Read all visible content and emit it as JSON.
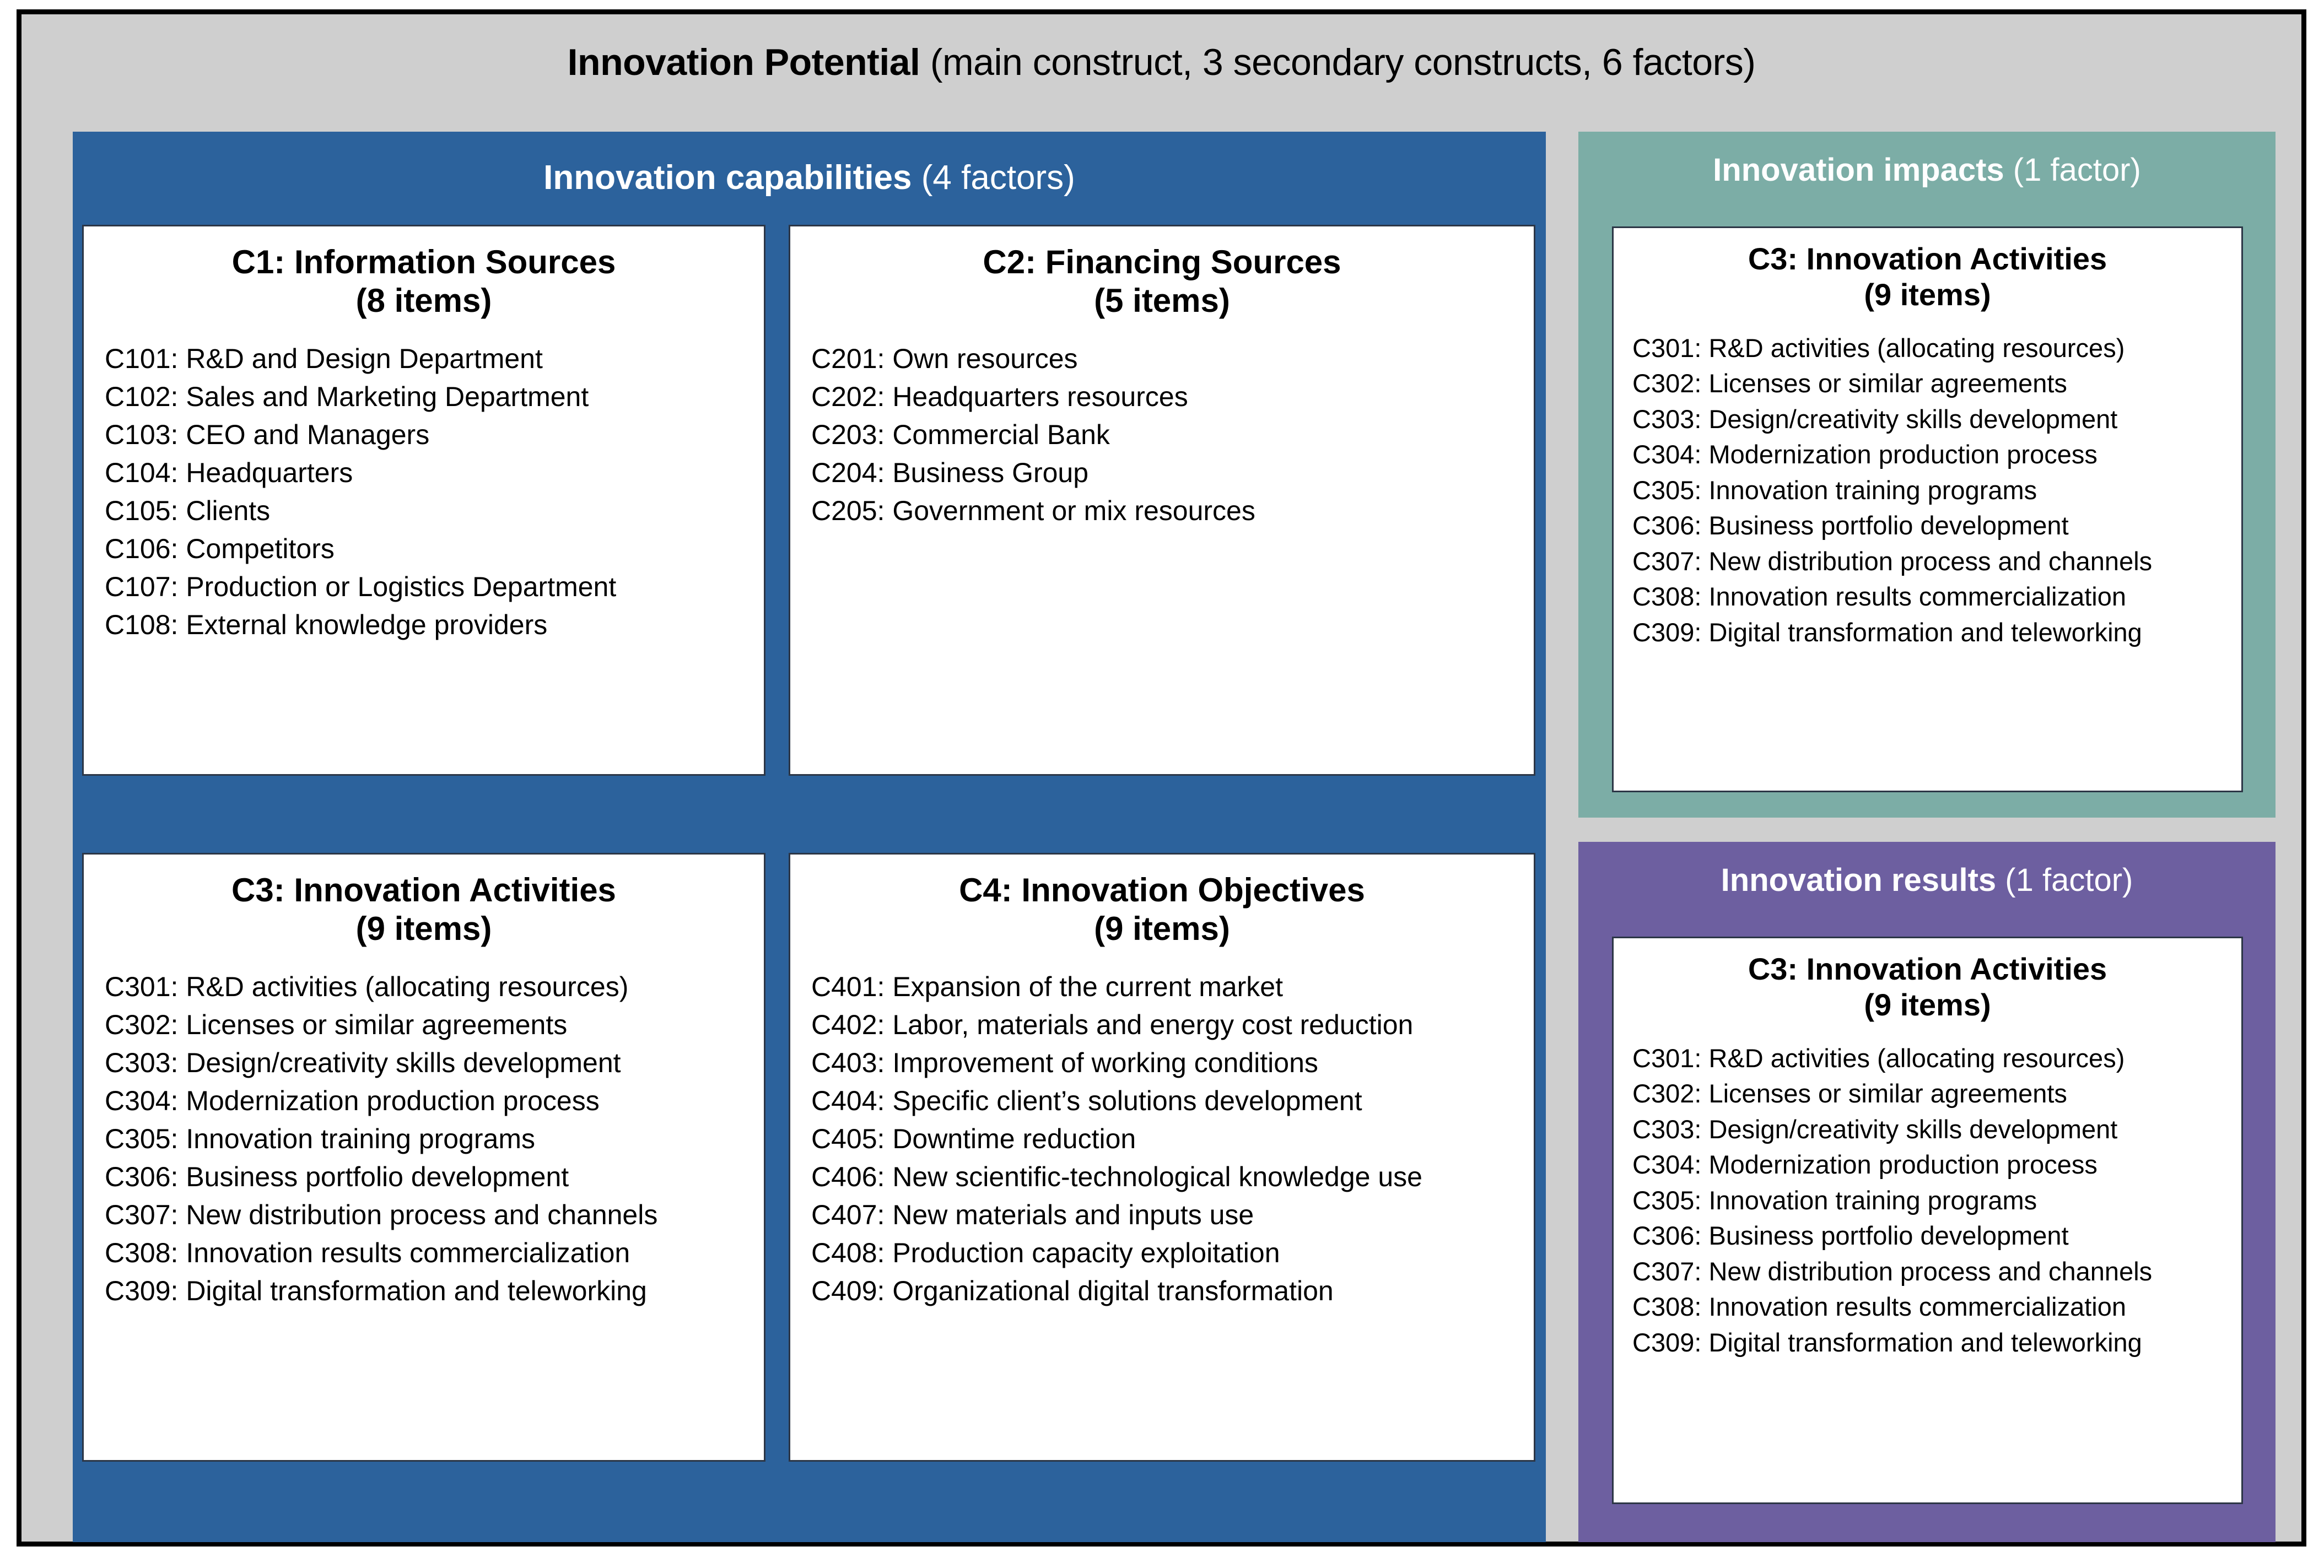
{
  "figure": {
    "title_strong": "Innovation Potential",
    "title_rest": " (main construct, 3 secondary constructs, 6 factors)"
  },
  "colors": {
    "frame_background": "#cfcfcf",
    "frame_border": "#000000",
    "capabilities": "#2c629c",
    "impacts": "#7cada6",
    "results": "#6d5fa0",
    "card_background": "#ffffff",
    "card_border": "#2c3646",
    "text": "#000000",
    "heading_text": "#ffffff"
  },
  "panels": {
    "capabilities": {
      "heading_strong": "Innovation capabilities",
      "heading_rest": " (4 factors)",
      "cards": {
        "c1": {
          "title_line1": "C1: Information Sources",
          "title_line2": "(8 items)",
          "items": [
            "C101: R&D and Design Department",
            "C102: Sales and Marketing Department",
            "C103: CEO and Managers",
            "C104: Headquarters",
            "C105: Clients",
            "C106: Competitors",
            "C107: Production or Logistics Department",
            "C108: External knowledge providers"
          ]
        },
        "c2": {
          "title_line1": "C2: Financing Sources",
          "title_line2": "(5 items)",
          "items": [
            "C201: Own resources",
            "C202: Headquarters resources",
            "C203: Commercial Bank",
            "C204: Business Group",
            "C205: Government or mix resources"
          ]
        },
        "c3a": {
          "title_line1": "C3: Innovation Activities",
          "title_line2": "(9 items)",
          "items": [
            "C301: R&D activities (allocating resources)",
            "C302: Licenses or similar agreements",
            "C303: Design/creativity skills development",
            "C304: Modernization production process",
            "C305: Innovation training programs",
            "C306: Business portfolio development",
            "C307: New distribution process and channels",
            "C308: Innovation results commercialization",
            "C309: Digital transformation and teleworking"
          ]
        },
        "c4": {
          "title_line1": "C4: Innovation Objectives",
          "title_line2": "(9 items)",
          "items": [
            "C401: Expansion of the current market",
            "C402: Labor, materials and energy cost reduction",
            "C403: Improvement of working conditions",
            "C404: Specific client’s solutions development",
            "C405: Downtime reduction",
            "C406: New scientific-technological knowledge use",
            "C407: New materials and inputs use",
            "C408: Production capacity exploitation",
            "C409: Organizational digital transformation"
          ]
        }
      }
    },
    "impacts": {
      "heading_strong": "Innovation impacts",
      "heading_rest": " (1 factor)",
      "cards": {
        "c3b": {
          "title_line1": "C3: Innovation Activities",
          "title_line2": "(9 items)",
          "items": [
            "C301: R&D activities (allocating resources)",
            "C302: Licenses or similar agreements",
            "C303: Design/creativity skills development",
            "C304: Modernization production process",
            "C305: Innovation training programs",
            "C306: Business portfolio development",
            "C307: New distribution process and channels",
            "C308: Innovation results commercialization",
            "C309: Digital transformation and teleworking"
          ]
        }
      }
    },
    "results": {
      "heading_strong": "Innovation results",
      "heading_rest": " (1 factor)",
      "cards": {
        "c3c": {
          "title_line1": "C3: Innovation Activities",
          "title_line2": "(9 items)",
          "items": [
            "C301: R&D activities (allocating resources)",
            "C302: Licenses or similar agreements",
            "C303: Design/creativity skills development",
            "C304: Modernization production process",
            "C305: Innovation training programs",
            "C306: Business portfolio development",
            "C307: New distribution process and channels",
            "C308: Innovation results commercialization",
            "C309: Digital transformation and teleworking"
          ]
        }
      }
    }
  }
}
